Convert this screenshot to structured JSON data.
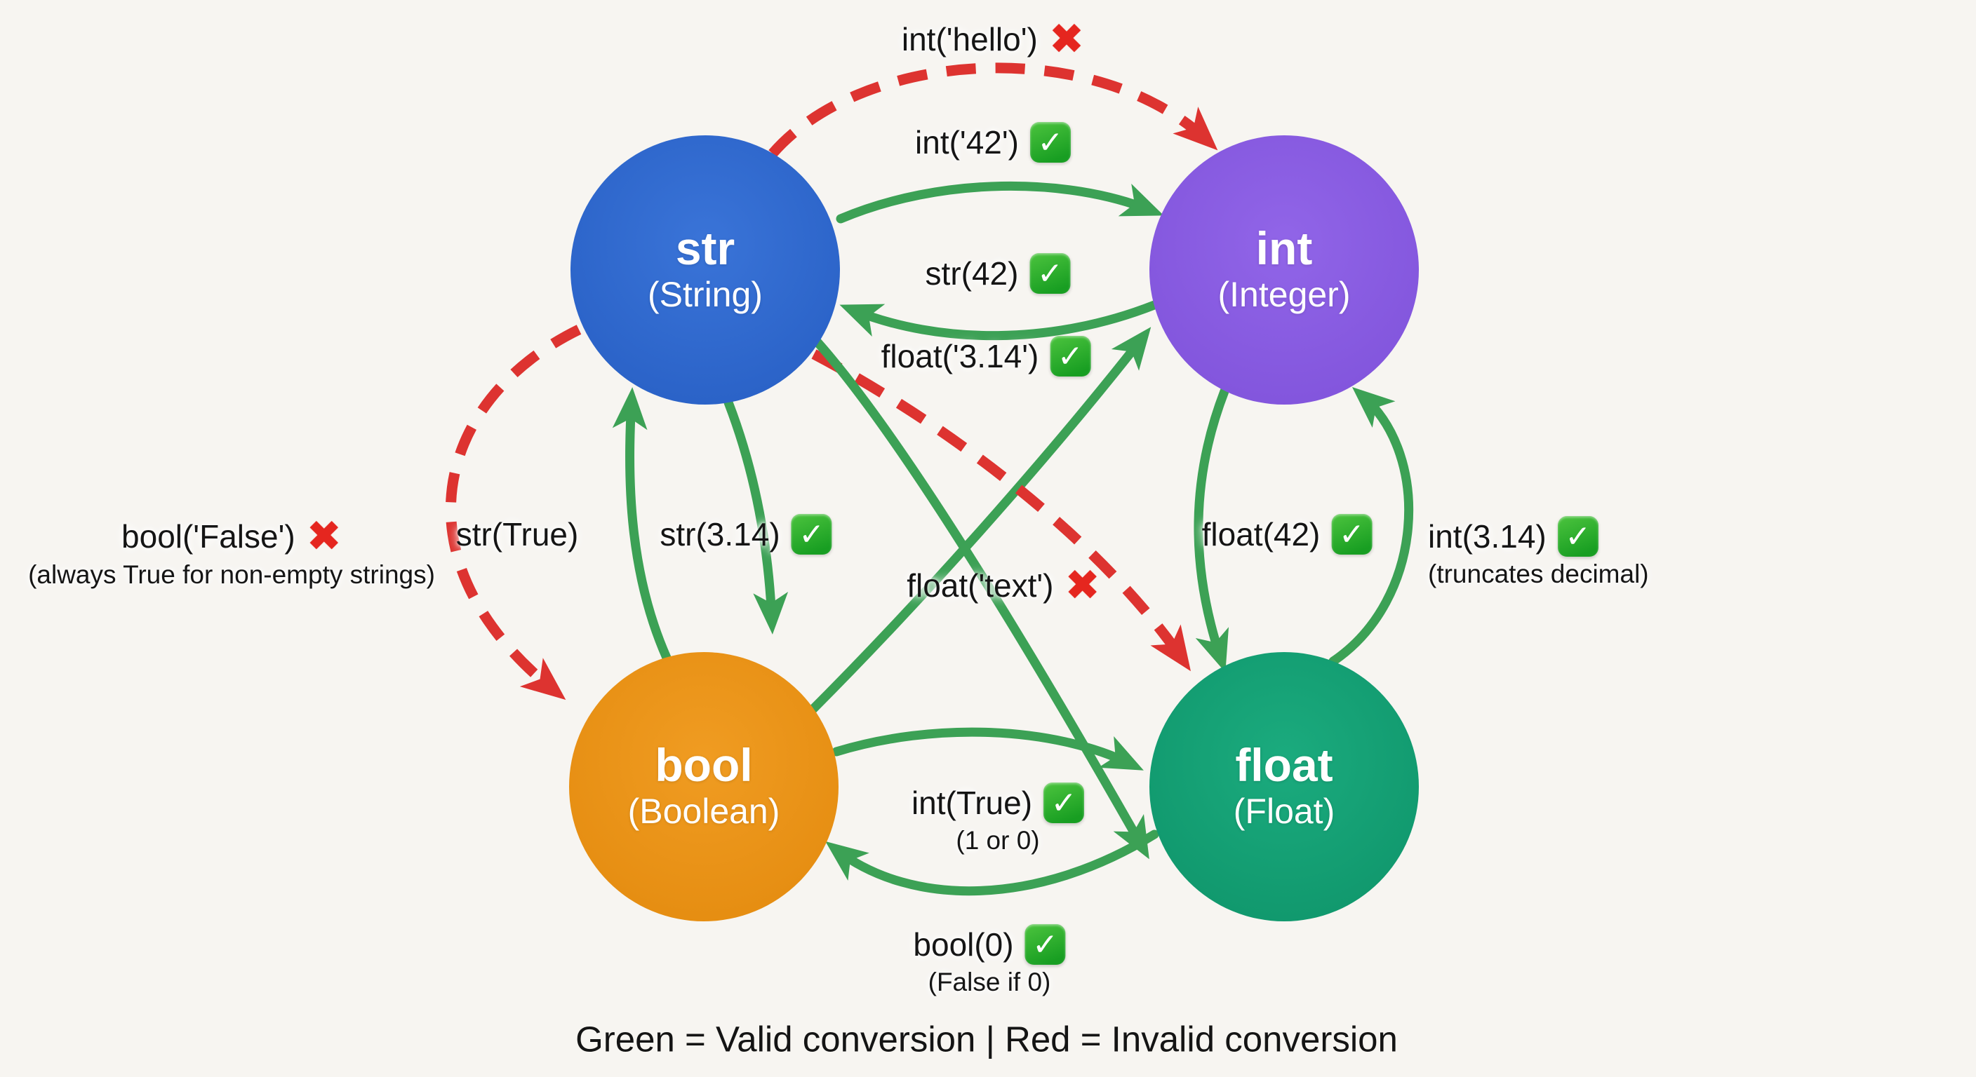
{
  "background_color": "#f7f5f1",
  "legend": {
    "text": "Green = Valid conversion | Red = Invalid conversion"
  },
  "colors": {
    "valid_arrow": "#3ca155",
    "invalid_arrow": "#dd3330",
    "str_node": "#2b63c8",
    "int_node": "#8356dd",
    "bool_node": "#e68e12",
    "float_node": "#11996e",
    "check_icon_bg": "#27a82d",
    "cross_icon": "#e5261f"
  },
  "nodes": {
    "str": {
      "label": "str",
      "sublabel": "(String)"
    },
    "int": {
      "label": "int",
      "sublabel": "(Integer)"
    },
    "bool": {
      "label": "bool",
      "sublabel": "(Boolean)"
    },
    "float": {
      "label": "float",
      "sublabel": "(Float)"
    }
  },
  "conversions": {
    "int_hello": {
      "code": "int('hello')",
      "status": "invalid",
      "mark": "✖"
    },
    "int_42": {
      "code": "int('42')",
      "status": "valid",
      "mark": "✓"
    },
    "str_42": {
      "code": "str(42)",
      "status": "valid",
      "mark": "✓"
    },
    "float_str": {
      "code": "float('3.14')",
      "status": "valid",
      "mark": "✓"
    },
    "bool_false": {
      "code": "bool('False')",
      "status": "invalid",
      "mark": "✖",
      "note": "(always True for non-empty strings)"
    },
    "str_true": {
      "code": "str(True)",
      "status": "valid"
    },
    "str_314": {
      "code": "str(3.14)",
      "status": "valid",
      "mark": "✓"
    },
    "float_text": {
      "code": "float('text')",
      "status": "invalid",
      "mark": "✖"
    },
    "float_42": {
      "code": "float(42)",
      "status": "valid",
      "mark": "✓"
    },
    "int_314": {
      "code": "int(3.14)",
      "status": "valid",
      "mark": "✓",
      "note": "(truncates decimal)"
    },
    "int_true": {
      "code": "int(True)",
      "status": "valid",
      "mark": "✓",
      "note": "(1 or 0)"
    },
    "bool_0": {
      "code": "bool(0)",
      "status": "valid",
      "mark": "✓",
      "note": "(False if 0)"
    }
  }
}
